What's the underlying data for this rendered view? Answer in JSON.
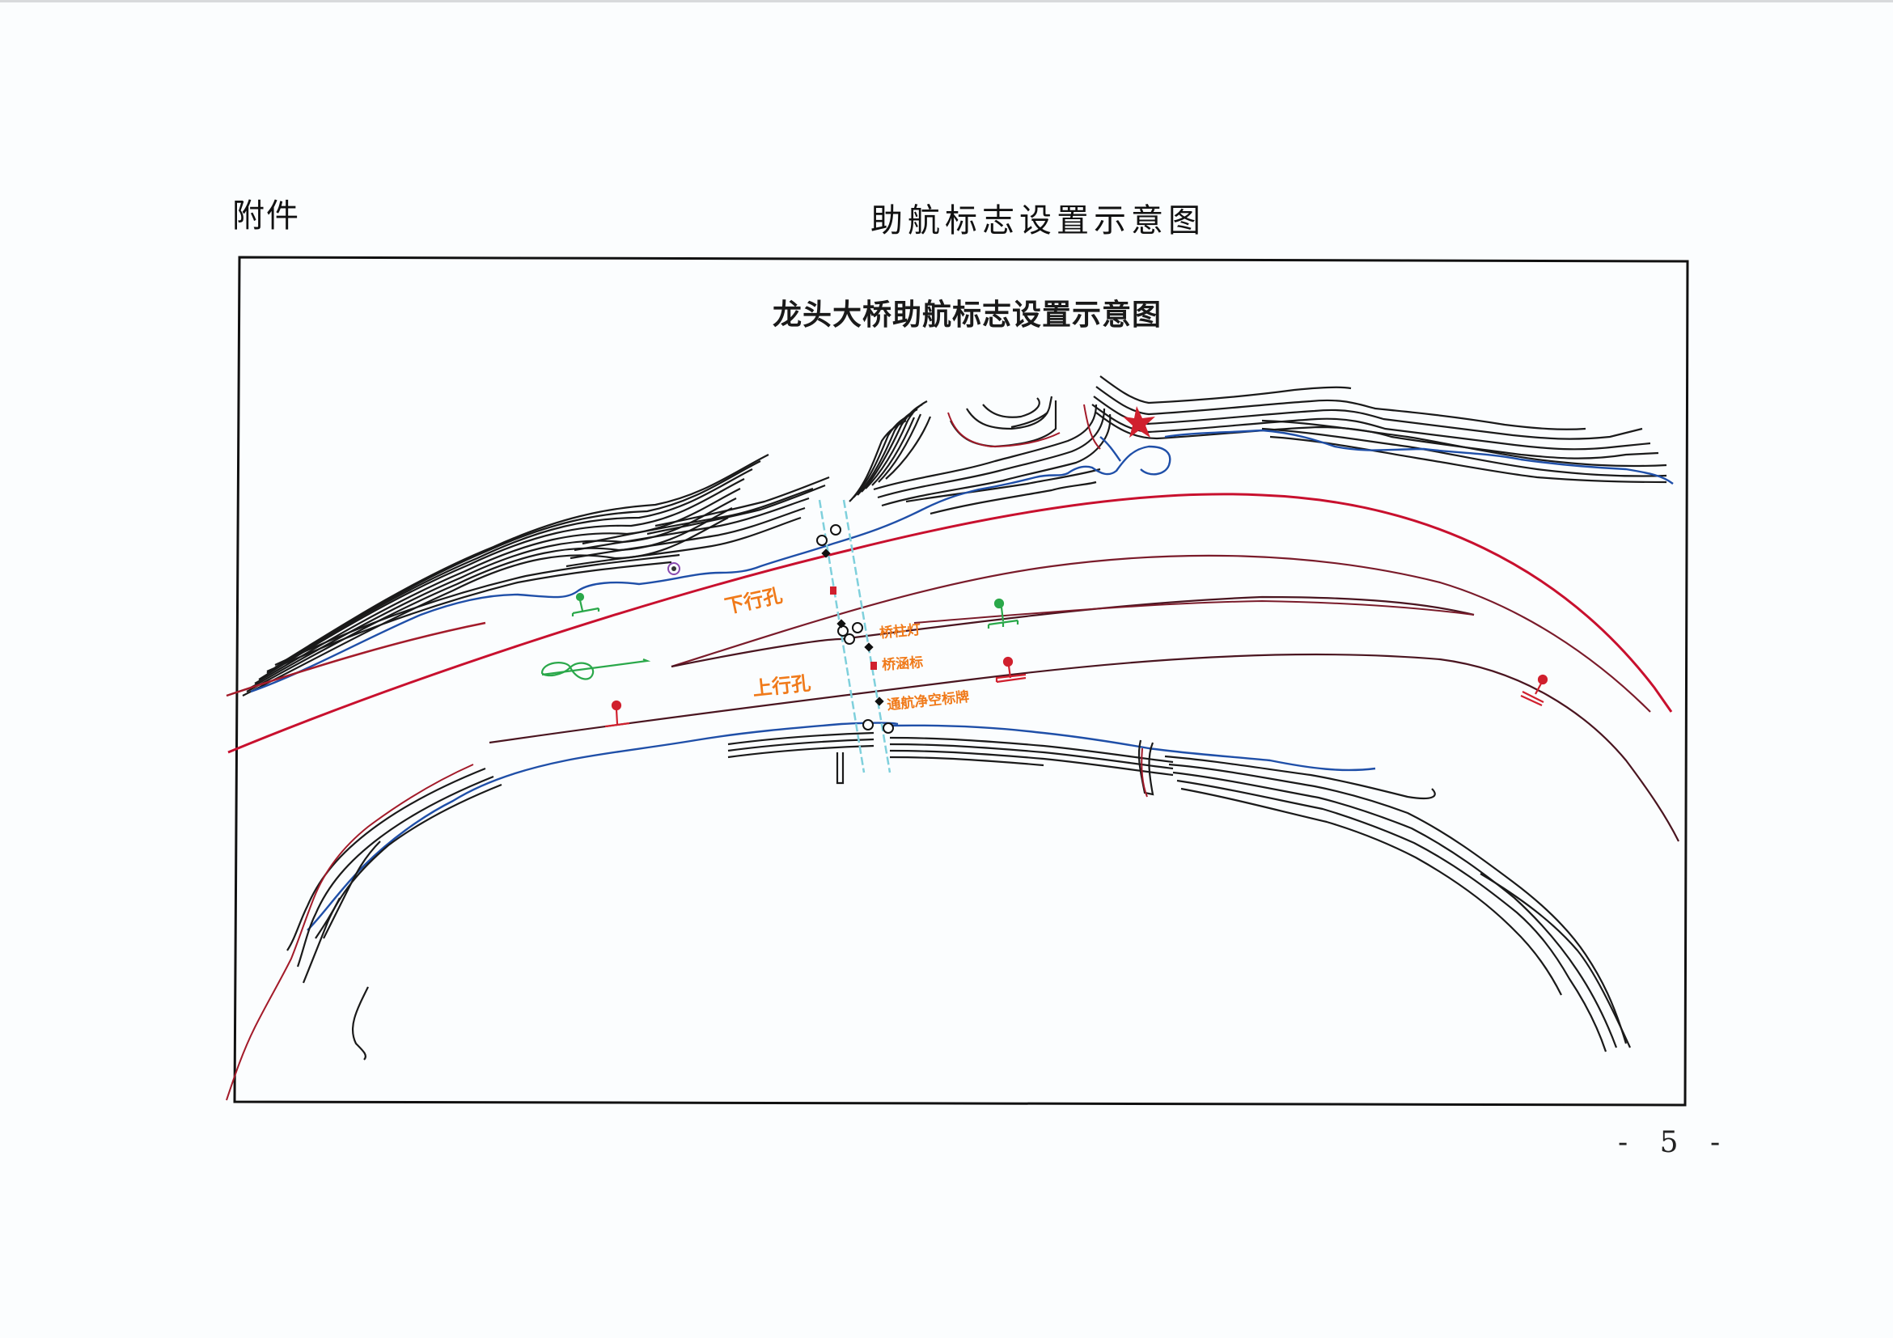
{
  "page": {
    "attachment_label": "附件",
    "document_title": "助航标志设置示意图",
    "page_number": "- 5 -"
  },
  "diagram": {
    "title": "龙头大桥助航标志设置示意图",
    "labels": {
      "downstream_span": "下行孔",
      "upstream_span": "上行孔",
      "pier_light": "桥柱灯",
      "bridge_culvert_mark": "桥涵标",
      "navigation_clearance_sign": "通航净空标牌"
    },
    "colors": {
      "channel_boundary": "#c8102e",
      "contour": "#1a1a1a",
      "shoreline": "#1f4fa8",
      "bridge": "#7fd0dc",
      "green_buoy": "#2aa84a",
      "red_buoy": "#d0202e",
      "label": "#f07a1a"
    }
  }
}
